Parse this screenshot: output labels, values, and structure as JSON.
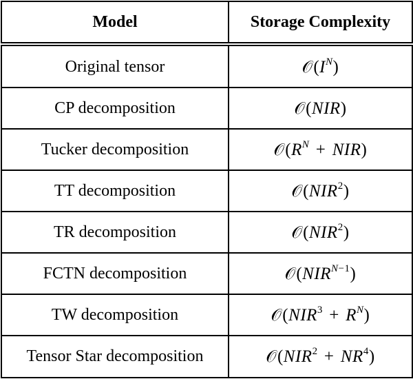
{
  "table": {
    "headers": {
      "model": "Model",
      "complexity": "Storage Complexity"
    },
    "rows": [
      {
        "model": "Original tensor",
        "complexity": "𝒪(I^N)"
      },
      {
        "model": "CP decomposition",
        "complexity": "𝒪(NIR)"
      },
      {
        "model": "Tucker decomposition",
        "complexity": "𝒪(R^N + NIR)"
      },
      {
        "model": "TT decomposition",
        "complexity": "𝒪(NIR^2)"
      },
      {
        "model": "TR decomposition",
        "complexity": "𝒪(NIR^2)"
      },
      {
        "model": "FCTN decomposition",
        "complexity": "𝒪(NIR^(N−1))"
      },
      {
        "model": "TW decomposition",
        "complexity": "𝒪(NIR^3 + R^N)"
      },
      {
        "model": "Tensor Star decomposition",
        "complexity": "𝒪(NIR^2 + NR^4)"
      }
    ]
  }
}
